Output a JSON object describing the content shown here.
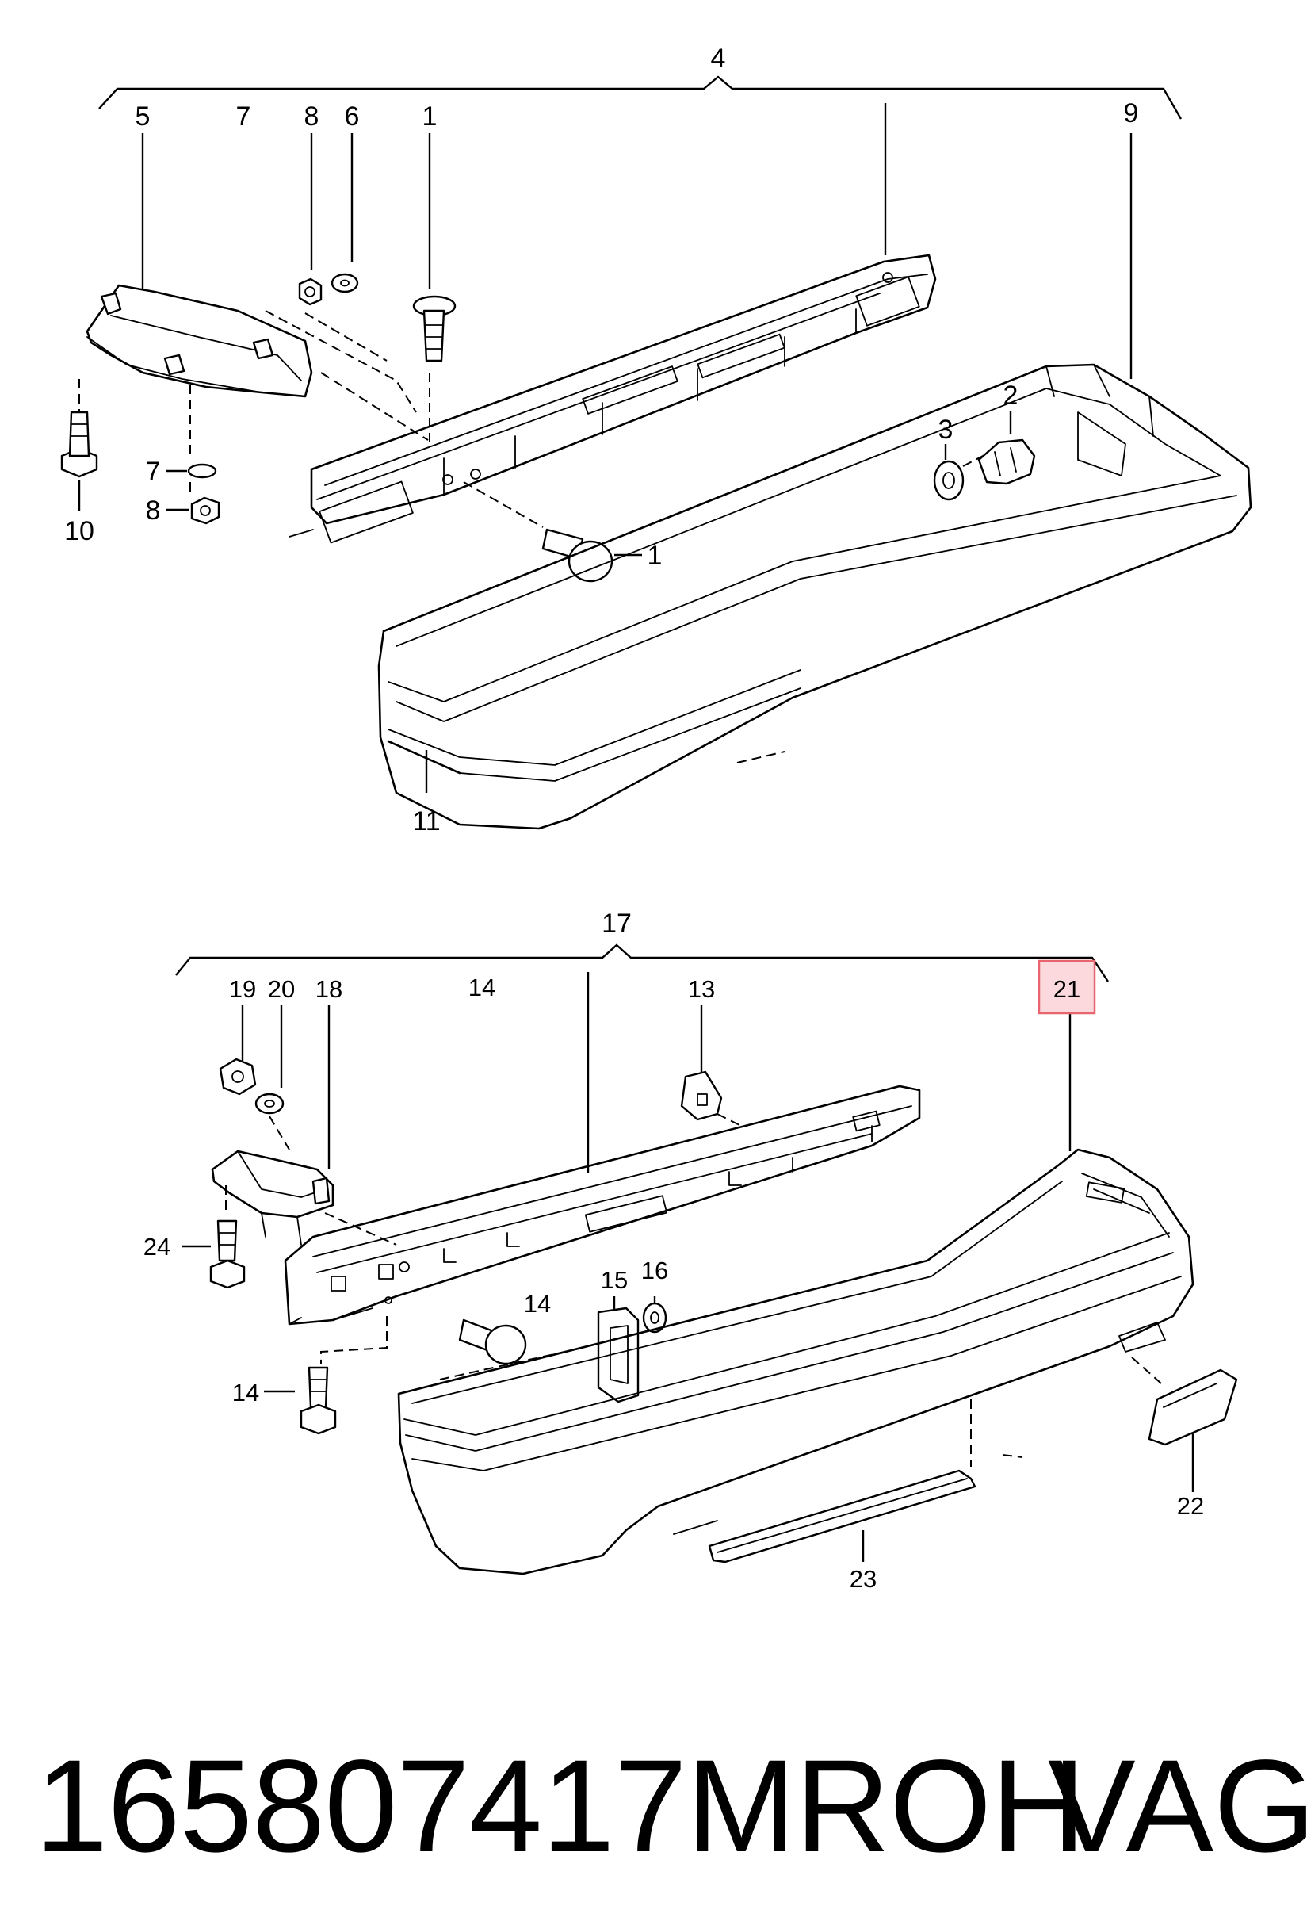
{
  "diagram": {
    "top_assembly": {
      "callouts": {
        "c4": "4",
        "c5": "5",
        "c7a": "7",
        "c8a": "8",
        "c6": "6",
        "c1a": "1",
        "c9": "9",
        "c2": "2",
        "c3": "3",
        "c7b": "7",
        "c8b": "8",
        "c10": "10",
        "c1b": "1",
        "c11": "11"
      }
    },
    "bottom_assembly": {
      "callouts": {
        "c17": "17",
        "c19": "19",
        "c20": "20",
        "c18": "18",
        "c14a": "14",
        "c13": "13",
        "c21": "21",
        "c24": "24",
        "c15": "15",
        "c16": "16",
        "c14b": "14",
        "c14c": "14",
        "c22": "22",
        "c23": "23"
      },
      "highlighted_callout": "21",
      "highlight_color": "#e8646e",
      "highlight_fill": "#fbd9dc"
    }
  },
  "part_number": "165807417MROH",
  "brand": "VAG"
}
